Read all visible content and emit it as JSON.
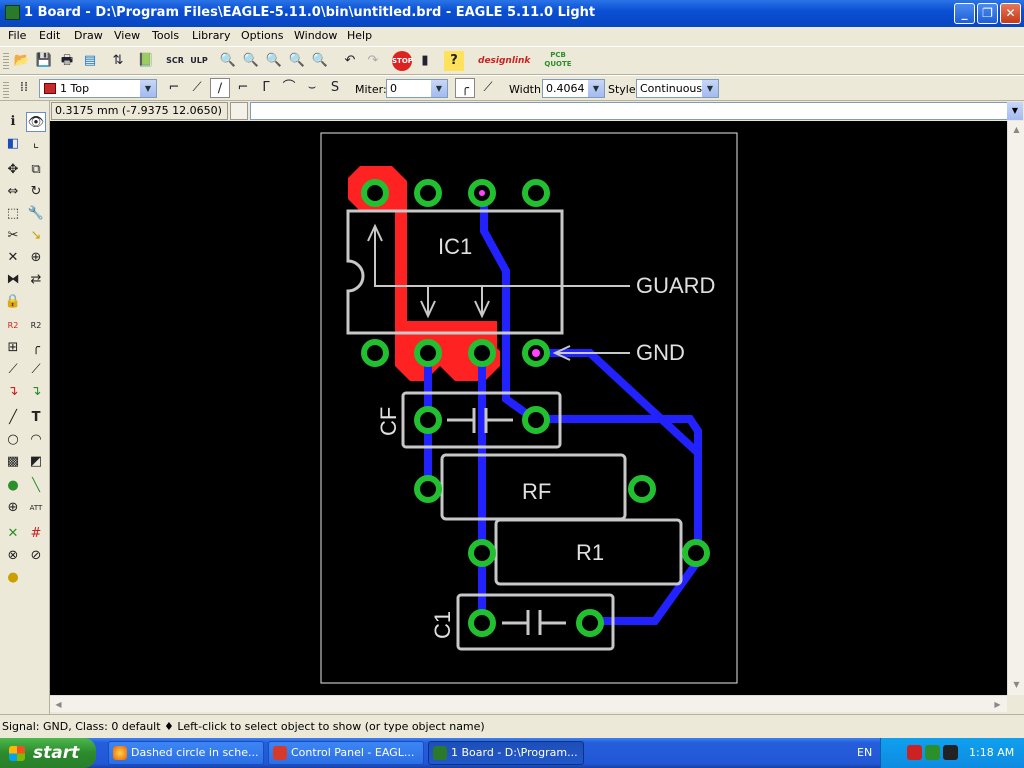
{
  "window": {
    "title": "1 Board - D:\\Program Files\\EAGLE-5.11.0\\bin\\untitled.brd - EAGLE 5.11.0 Light"
  },
  "menu": [
    "File",
    "Edit",
    "Draw",
    "View",
    "Tools",
    "Library",
    "Options",
    "Window",
    "Help"
  ],
  "toolbar": {
    "layer": "1 Top",
    "miter_label": "Miter:",
    "miter_value": "0",
    "width_label": "Width:",
    "width_value": "0.4064",
    "style_label": "Style:",
    "style_value": "Continuous",
    "designlink_label": "designlink",
    "pcbquote_label": "PCB QUOTE",
    "stop_label": "STOP",
    "help_label": "?"
  },
  "coordinate": "0.3175 mm (-7.9375 12.0650)",
  "command_input": "",
  "board": {
    "component_labels": [
      "IC1",
      "GUARD",
      "GND",
      "CF",
      "RF",
      "R1",
      "C1"
    ],
    "colors": {
      "top_layer": "#ff2222",
      "bottom_layer": "#2222ff",
      "pad": "#22c030",
      "outline": "#c8c8c8",
      "airwire": "#ffff00"
    }
  },
  "status": "Signal: GND, Class: 0 default  ♦ Left-click to select object to show (or type object name)",
  "taskbar": {
    "start_label": "start",
    "tasks": [
      "Dashed circle in sche...",
      "Control Panel - EAGL...",
      "1 Board - D:\\Program..."
    ],
    "language": "EN",
    "clock": "1:18 AM"
  }
}
